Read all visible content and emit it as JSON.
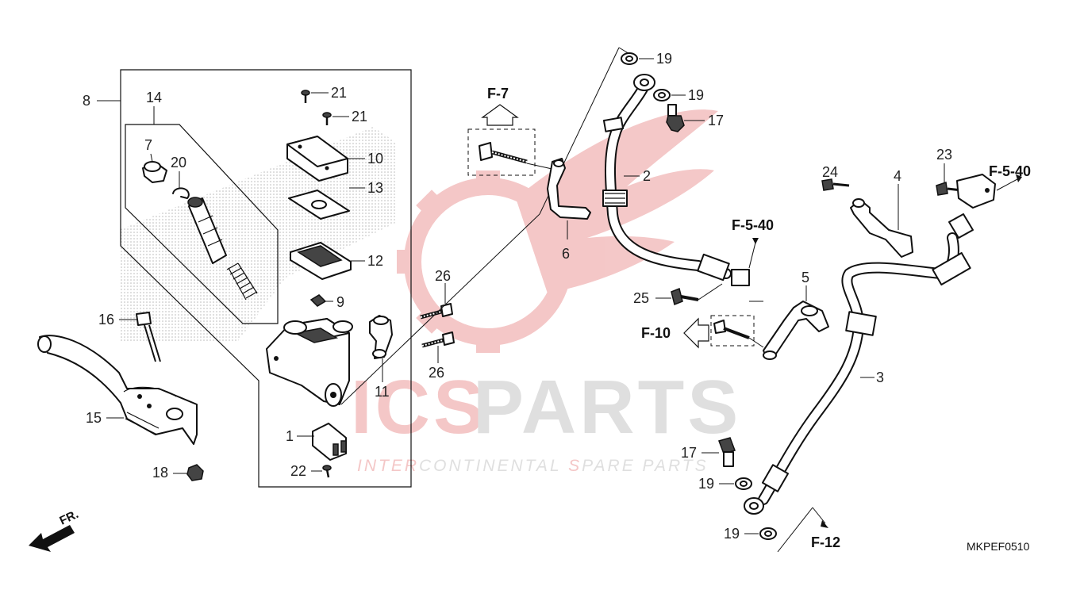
{
  "watermark": {
    "brand_left": "ICS",
    "brand_right": "PARTS",
    "tagline_1": "INTER",
    "tagline_2": "CONTINENTAL ",
    "tagline_3": "S",
    "tagline_4": "PARE PARTS",
    "colors": {
      "red": "#e03a3a",
      "gray": "#9a9a9a",
      "light_red": "#f3c2c2"
    }
  },
  "refs": {
    "f7": "F-7",
    "f540_a": "F-5-40",
    "f540_b": "F-5-40",
    "f10": "F-10",
    "f12": "F-12"
  },
  "labels": {
    "l1": "1",
    "l2": "2",
    "l3": "3",
    "l4": "4",
    "l5": "5",
    "l6": "6",
    "l7": "7",
    "l8": "8",
    "l9": "9",
    "l10": "10",
    "l11": "11",
    "l12": "12",
    "l13": "13",
    "l14": "14",
    "l15": "15",
    "l16": "16",
    "l17a": "17",
    "l17b": "17",
    "l18": "18",
    "l19a": "19",
    "l19b": "19",
    "l19c": "19",
    "l19d": "19",
    "l20": "20",
    "l21a": "21",
    "l21b": "21",
    "l22": "22",
    "l23": "23",
    "l24": "24",
    "l25": "25",
    "l26a": "26",
    "l26b": "26"
  },
  "front_arrow_label": "FR.",
  "diagram_code": "MKPEF0510",
  "icons": [
    "front-direction-arrow-icon",
    "reference-arrow-icon"
  ]
}
